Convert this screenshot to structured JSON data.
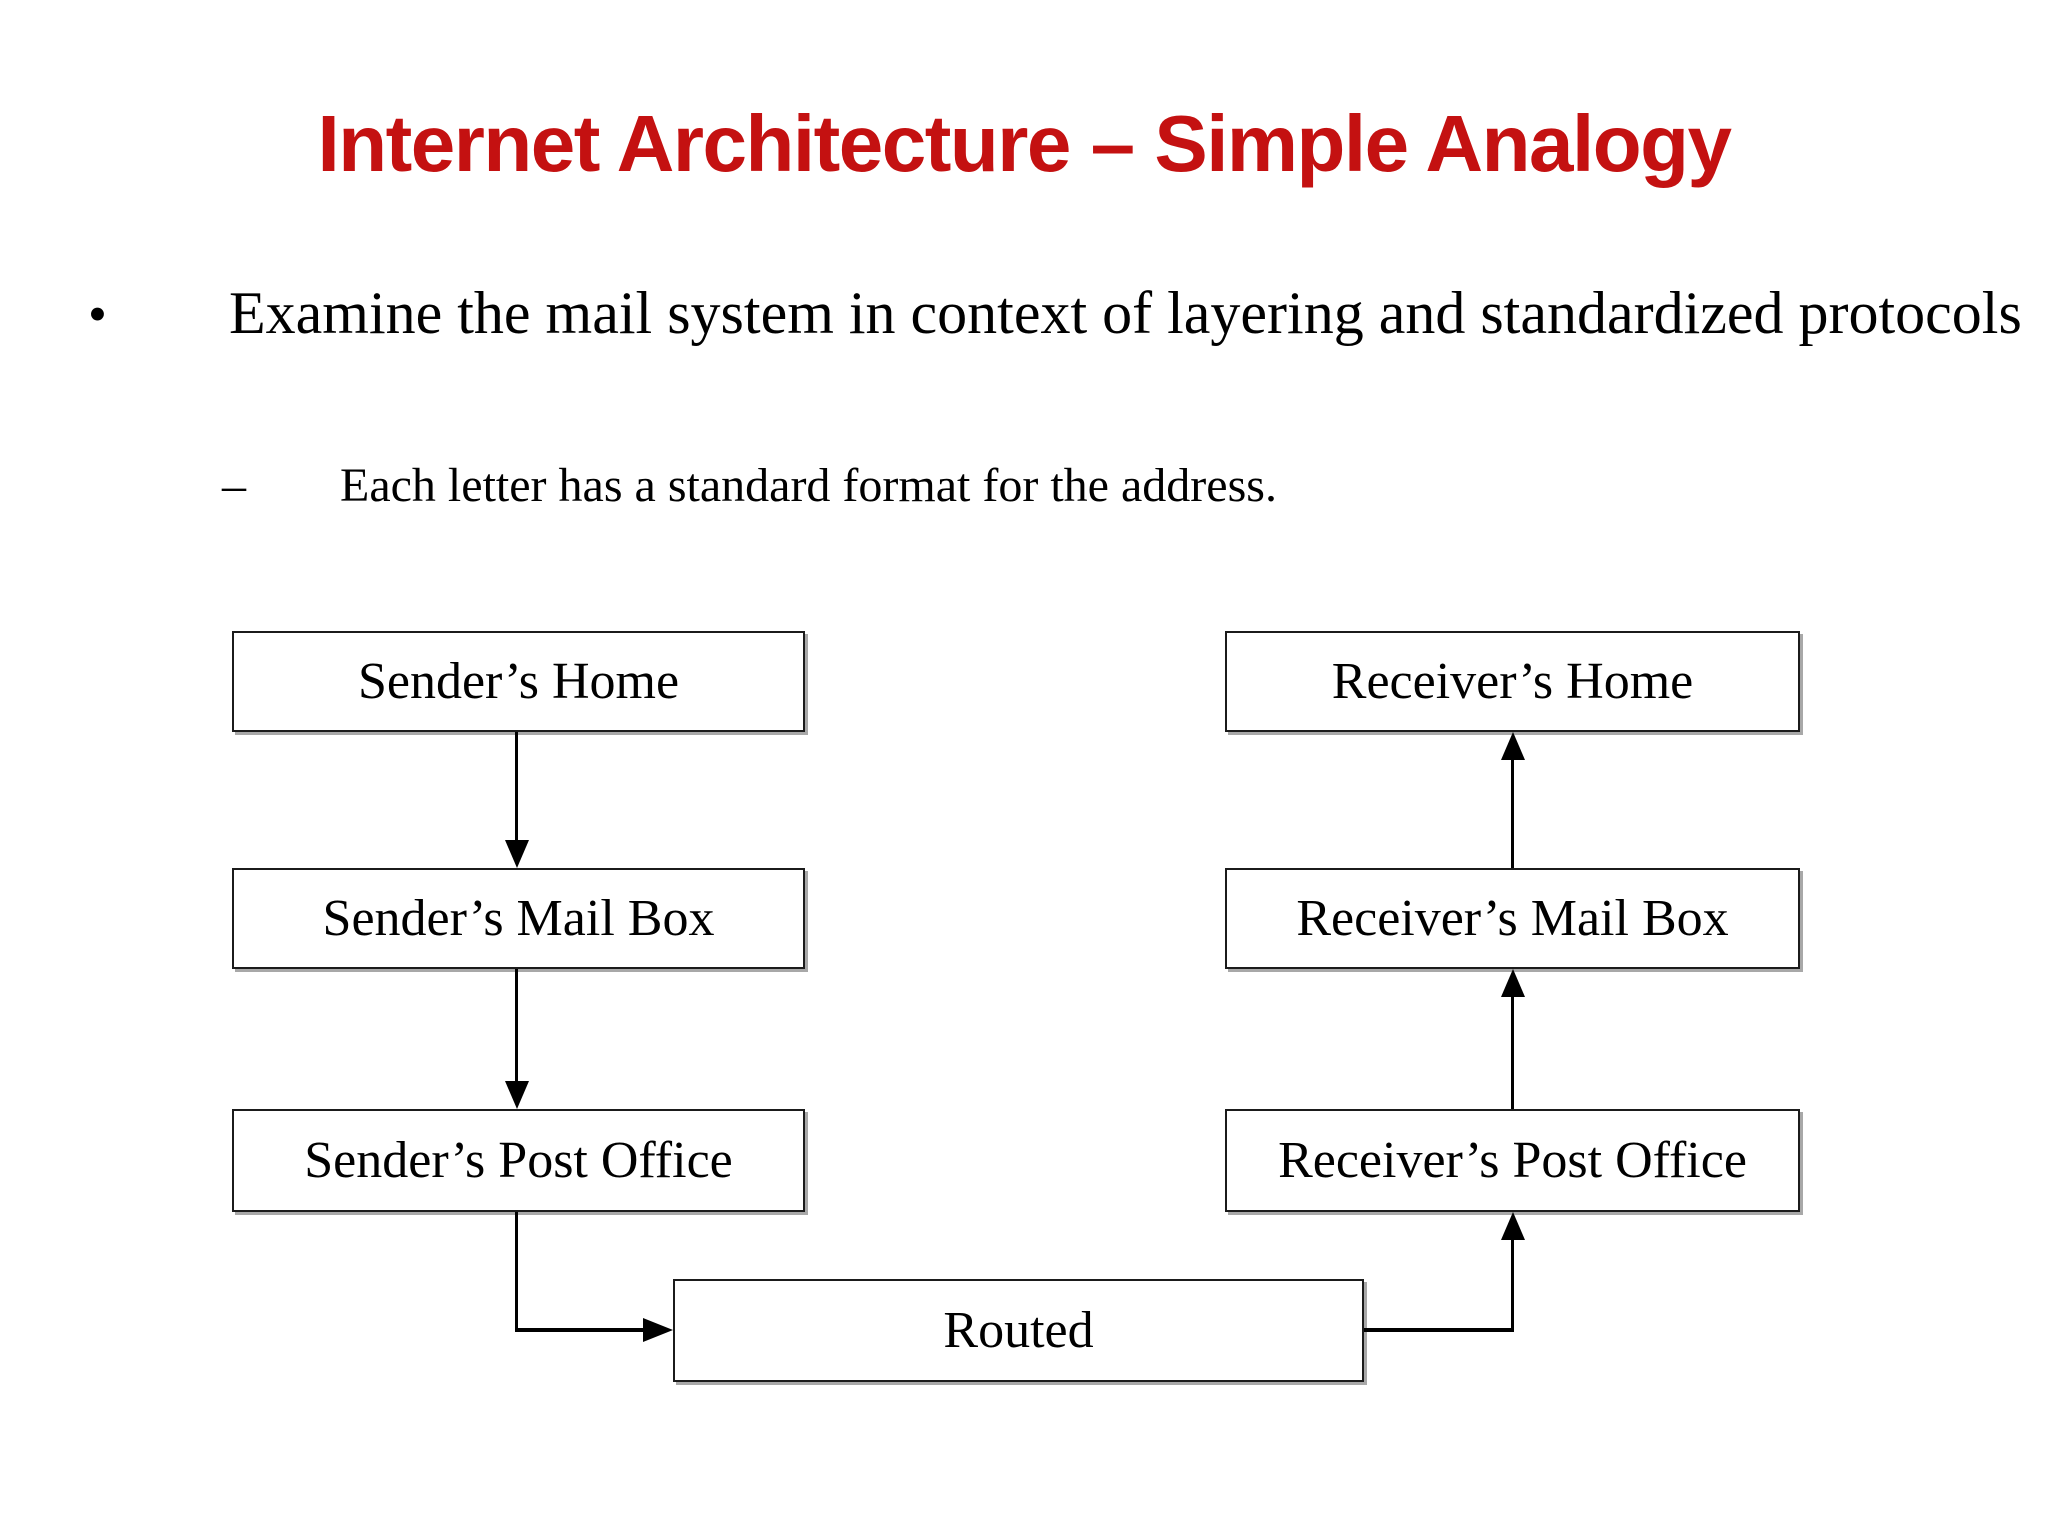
{
  "slide": {
    "title": "Internet Architecture – Simple Analogy",
    "bullet": {
      "marker": "•",
      "text": "Examine the mail system in context of layering and standardized protocols"
    },
    "sub_bullet": {
      "marker": "–",
      "text": "Each letter has a standard format for the address."
    }
  },
  "diagram": {
    "boxes": [
      {
        "id": "senders-home",
        "label": "Sender’s Home"
      },
      {
        "id": "senders-mailbox",
        "label": "Sender’s Mail Box"
      },
      {
        "id": "senders-post-office",
        "label": "Sender’s Post Office"
      },
      {
        "id": "receivers-home",
        "label": "Receiver’s Home"
      },
      {
        "id": "receivers-mailbox",
        "label": "Receiver’s Mail Box"
      },
      {
        "id": "receivers-post-office",
        "label": "Receiver’s Post Office"
      },
      {
        "id": "routed",
        "label": "Routed"
      }
    ],
    "flow": [
      "Sender’s Home → Sender’s Mail Box",
      "Sender’s Mail Box → Sender’s Post Office",
      "Sender’s Post Office → Routed",
      "Routed → Receiver’s Post Office",
      "Receiver’s Post Office → Receiver’s Mail Box",
      "Receiver’s Mail Box → Receiver’s Home"
    ]
  },
  "colors": {
    "title_red": "#C41111",
    "text": "#000000",
    "box_border": "#1B1B1B",
    "background": "#FFFFFF"
  }
}
